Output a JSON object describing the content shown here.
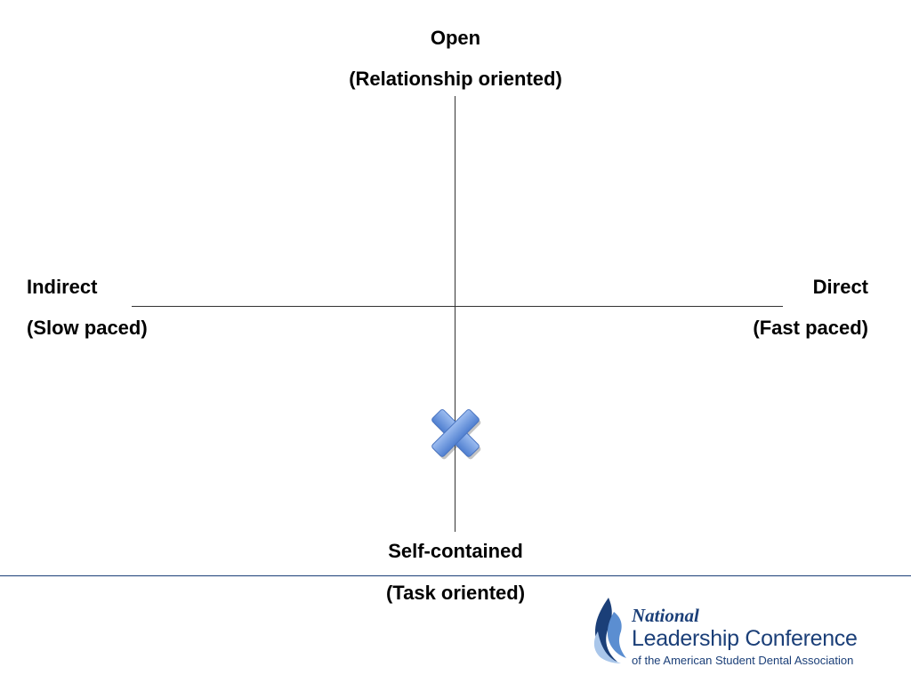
{
  "axes": {
    "top": {
      "line1": "Open",
      "line2": "(Relationship oriented)"
    },
    "bottom": {
      "line1": "Self-contained",
      "line2": "(Task oriented)"
    },
    "left": {
      "line1": "Indirect",
      "line2": "(Slow paced)"
    },
    "right": {
      "line1": "Direct",
      "line2": "(Fast paced)"
    }
  },
  "marker": {
    "icon": "x-cross-icon",
    "color": "#6a97e0"
  },
  "logo": {
    "line1": "National",
    "line2": "Leadership Conference",
    "line3": "of the American Student Dental Association",
    "color": "#1b3f78",
    "flame_colors": [
      "#1b3f78",
      "#5b8ed1",
      "#a9c6ea"
    ]
  },
  "colors": {
    "axis_line": "#333333",
    "footer_line": "#1b3f78"
  }
}
